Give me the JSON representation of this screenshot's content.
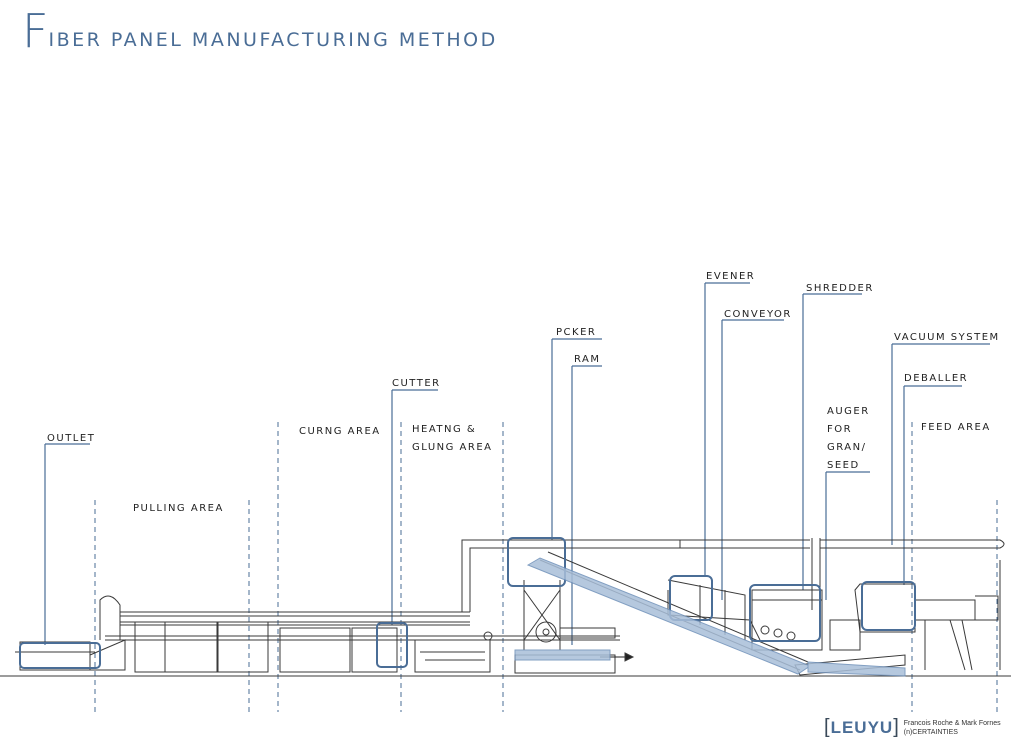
{
  "title": {
    "initial": "F",
    "rest": "IBER PANEL MANUFACTURING METHOD"
  },
  "labels": {
    "outlet": "OUTLET",
    "pulling_area": "PULLING AREA",
    "curing_area": "CURNG AREA",
    "cutter": "CUTTER",
    "heating_line1": "HEATNG  &",
    "heating_line2": "GLUNG AREA",
    "picker": "PCKER",
    "ram": "RAM",
    "evener": "EVENER",
    "conveyor": "CONVEYOR",
    "shredder": "SHREDDER",
    "auger_line1": "AUGER",
    "auger_line2": "FOR",
    "auger_line3": "GRAN/",
    "auger_line4": "SEED",
    "vacuum_system": "VACUUM SYSTEM",
    "deballer": "DEBALLER",
    "feed_area": "FEED AREA"
  },
  "footer": {
    "logo_text": "LEUYU",
    "credit_line1": "Francois Roche & Mark Fornes",
    "credit_line2": "(n)CERTAINTIES"
  },
  "colors": {
    "accent": "#4a6d96",
    "drawing": "#3a3a3a",
    "highlight": "#a9bfd9"
  }
}
